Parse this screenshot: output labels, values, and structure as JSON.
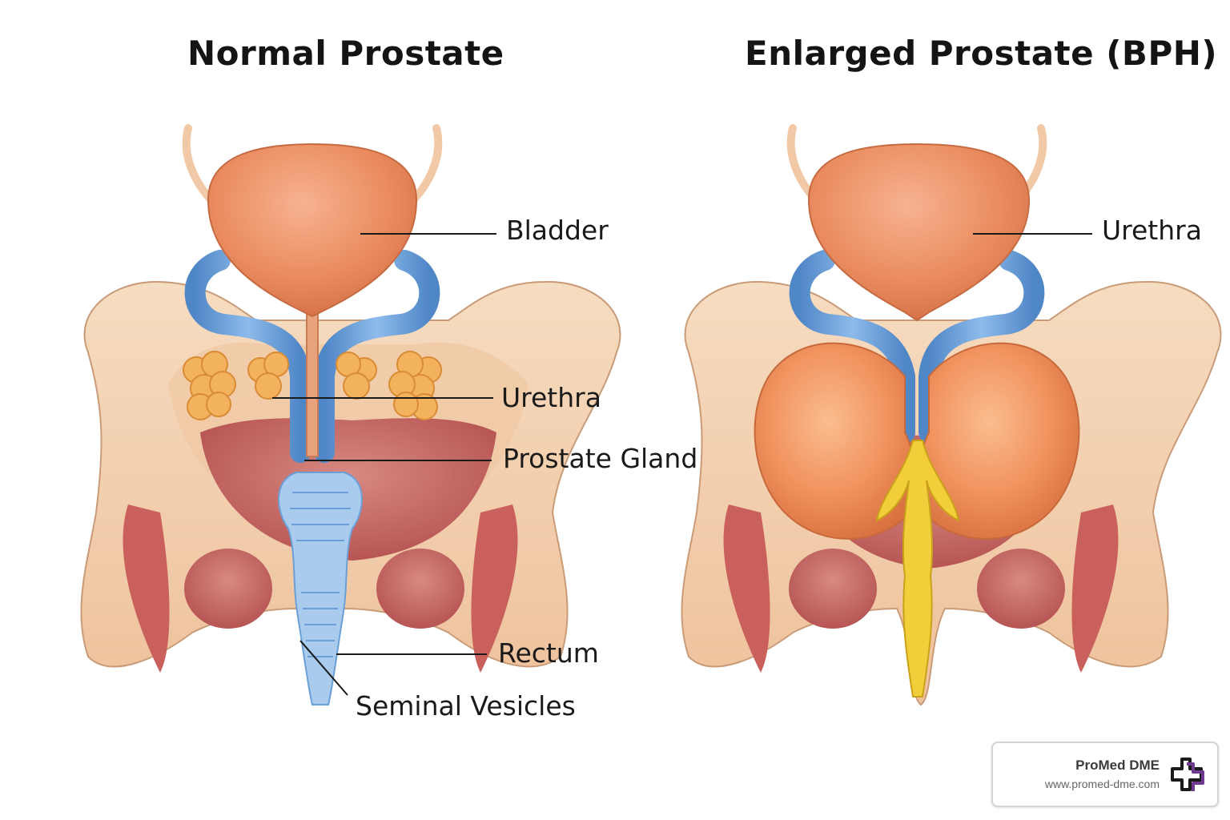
{
  "titles": {
    "normal": "Normal Prostate",
    "enlarged": "Enlarged Prostate (BPH)"
  },
  "labels": {
    "normal": {
      "bladder": "Bladder",
      "urethra": "Urethra",
      "prostate_gland": "Prostate Gland",
      "rectum": "Rectum",
      "seminal_vesicles": "Seminal Vesicles"
    },
    "enlarged": {
      "urethra": "Urethra"
    }
  },
  "logo": {
    "name": "ProMed DME",
    "url": "www.promed-dme.com",
    "icon": "medical-cross-icon"
  },
  "colors": {
    "bladder": "#e98a5e",
    "bone": "#f3d2ad",
    "vessel_blue": "#6b9fd6",
    "muscle": "#c85a5a",
    "fat": "#f3b25e",
    "nerve_yellow": "#f2cf3a",
    "logo_purple": "#6f3a8f"
  }
}
